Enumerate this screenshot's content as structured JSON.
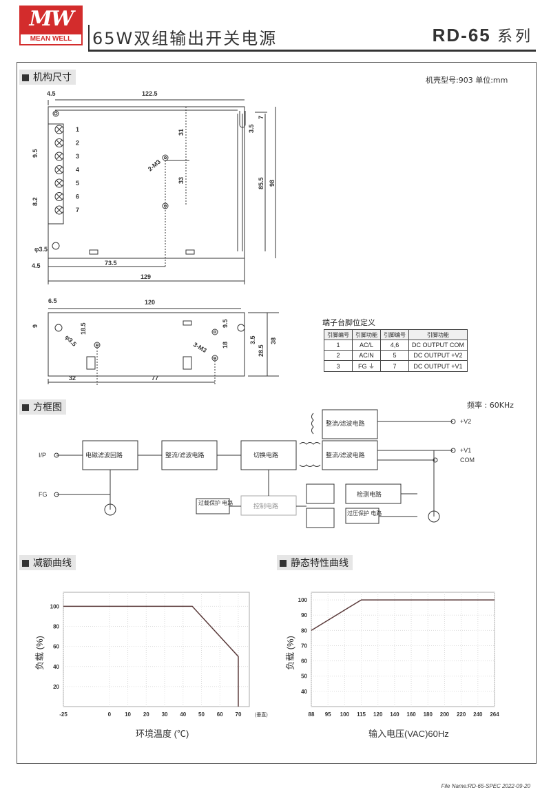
{
  "header": {
    "logo_mark": "MW",
    "logo_brand": "MEAN WELL",
    "title": "65W双组输出开关电源",
    "series_code": "RD-65",
    "series_suffix": "系列",
    "accent_color": "#d32c2c"
  },
  "mechanical": {
    "section_title": "机构尺寸",
    "case_note": "机壳型号:903 单位:mm",
    "top_view": {
      "dims": {
        "left_margin": "4.5",
        "width_inner": "122.5",
        "d31": "31",
        "d33": "33",
        "d7": "7",
        "d35": "3.5",
        "d855": "85.5",
        "d98": "98",
        "d95": "9.5",
        "d82": "8.2",
        "hole": "φ3.5",
        "m3": "2-M3",
        "bot_left": "4.5",
        "d735": "73.5",
        "d129": "129"
      },
      "terminal_numbers": [
        "1",
        "2",
        "3",
        "4",
        "5",
        "6",
        "7"
      ]
    },
    "side_view": {
      "dims": {
        "d65": "6.5",
        "d120": "120",
        "d9": "9",
        "d185": "18.5",
        "hole": "φ3.5",
        "d95": "9.5",
        "d18": "18",
        "m3": "3-M3",
        "d35": "3.5",
        "d285": "28.5",
        "d38": "38",
        "d32": "32",
        "d77": "77"
      }
    }
  },
  "pin_table": {
    "title": "端子台脚位定义",
    "headers": [
      "引脚编号",
      "引脚功能",
      "引脚编号",
      "引脚功能"
    ],
    "rows": [
      [
        "1",
        "AC/L",
        "4,6",
        "DC OUTPUT COM"
      ],
      [
        "2",
        "AC/N",
        "5",
        "DC OUTPUT +V2"
      ],
      [
        "3",
        "FG ⏚",
        "7",
        "DC OUTPUT +V1"
      ]
    ]
  },
  "block_diagram": {
    "section_title": "方框图",
    "freq": "频率 : 60KHz",
    "blocks": {
      "emi": "电磁滤波回路",
      "rect1": "整流/滤波电路",
      "switch": "切换电路",
      "rect_v2": "整流/滤波电路",
      "rect_v1": "整流/滤波电路",
      "ovp": "过载保护\n电路",
      "ctrl": "控制电路",
      "detect": "检测电路",
      "ovpv": "过压保护\n电路"
    },
    "terminals": {
      "ip": "I/P",
      "fg": "FG",
      "v2": "+V2",
      "v1": "+V1",
      "com": "COM"
    }
  },
  "derating": {
    "section_title": "减额曲线",
    "chart_data": {
      "type": "line",
      "xlabel": "环境温度 (℃)",
      "ylabel": "负载 (%)",
      "x_unit_note": "(垂直)",
      "x_ticks": [
        "-25",
        "0",
        "10",
        "20",
        "30",
        "40",
        "50",
        "60",
        "70"
      ],
      "y_ticks": [
        "20",
        "40",
        "60",
        "80",
        "100"
      ],
      "xlim": [
        -25,
        76
      ],
      "ylim": [
        0,
        114
      ],
      "series": [
        {
          "x": [
            -25,
            45,
            70,
            70
          ],
          "y": [
            100,
            100,
            50,
            0
          ]
        }
      ]
    }
  },
  "static": {
    "section_title": "静态特性曲线",
    "chart_data": {
      "type": "line",
      "xlabel": "输入电压(VAC)60Hz",
      "ylabel": "负载 (%)",
      "x_ticks": [
        "88",
        "95",
        "100",
        "115",
        "120",
        "140",
        "160",
        "180",
        "200",
        "220",
        "240",
        "264"
      ],
      "y_ticks": [
        "40",
        "50",
        "60",
        "70",
        "80",
        "90",
        "100"
      ],
      "ylim": [
        30,
        105
      ],
      "series": [
        {
          "x": [
            "88",
            "115",
            "264"
          ],
          "y": [
            80,
            100,
            100
          ]
        }
      ]
    }
  },
  "footer": {
    "text": "File Name:RD-65-SPEC   2022-09-20"
  }
}
